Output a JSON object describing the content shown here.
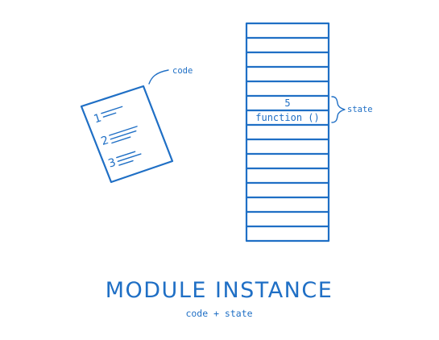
{
  "code_document": {
    "callout_label": "code",
    "line_numbers": [
      "1",
      "2",
      "3"
    ]
  },
  "memory": {
    "value_cell": "5",
    "function_cell": "function ()",
    "callout_label": "state"
  },
  "footer": {
    "title": "MODULE INSTANCE",
    "subtitle": "code + state"
  },
  "colors": {
    "ink": "#1f6fc5",
    "background": "#ffffff"
  }
}
